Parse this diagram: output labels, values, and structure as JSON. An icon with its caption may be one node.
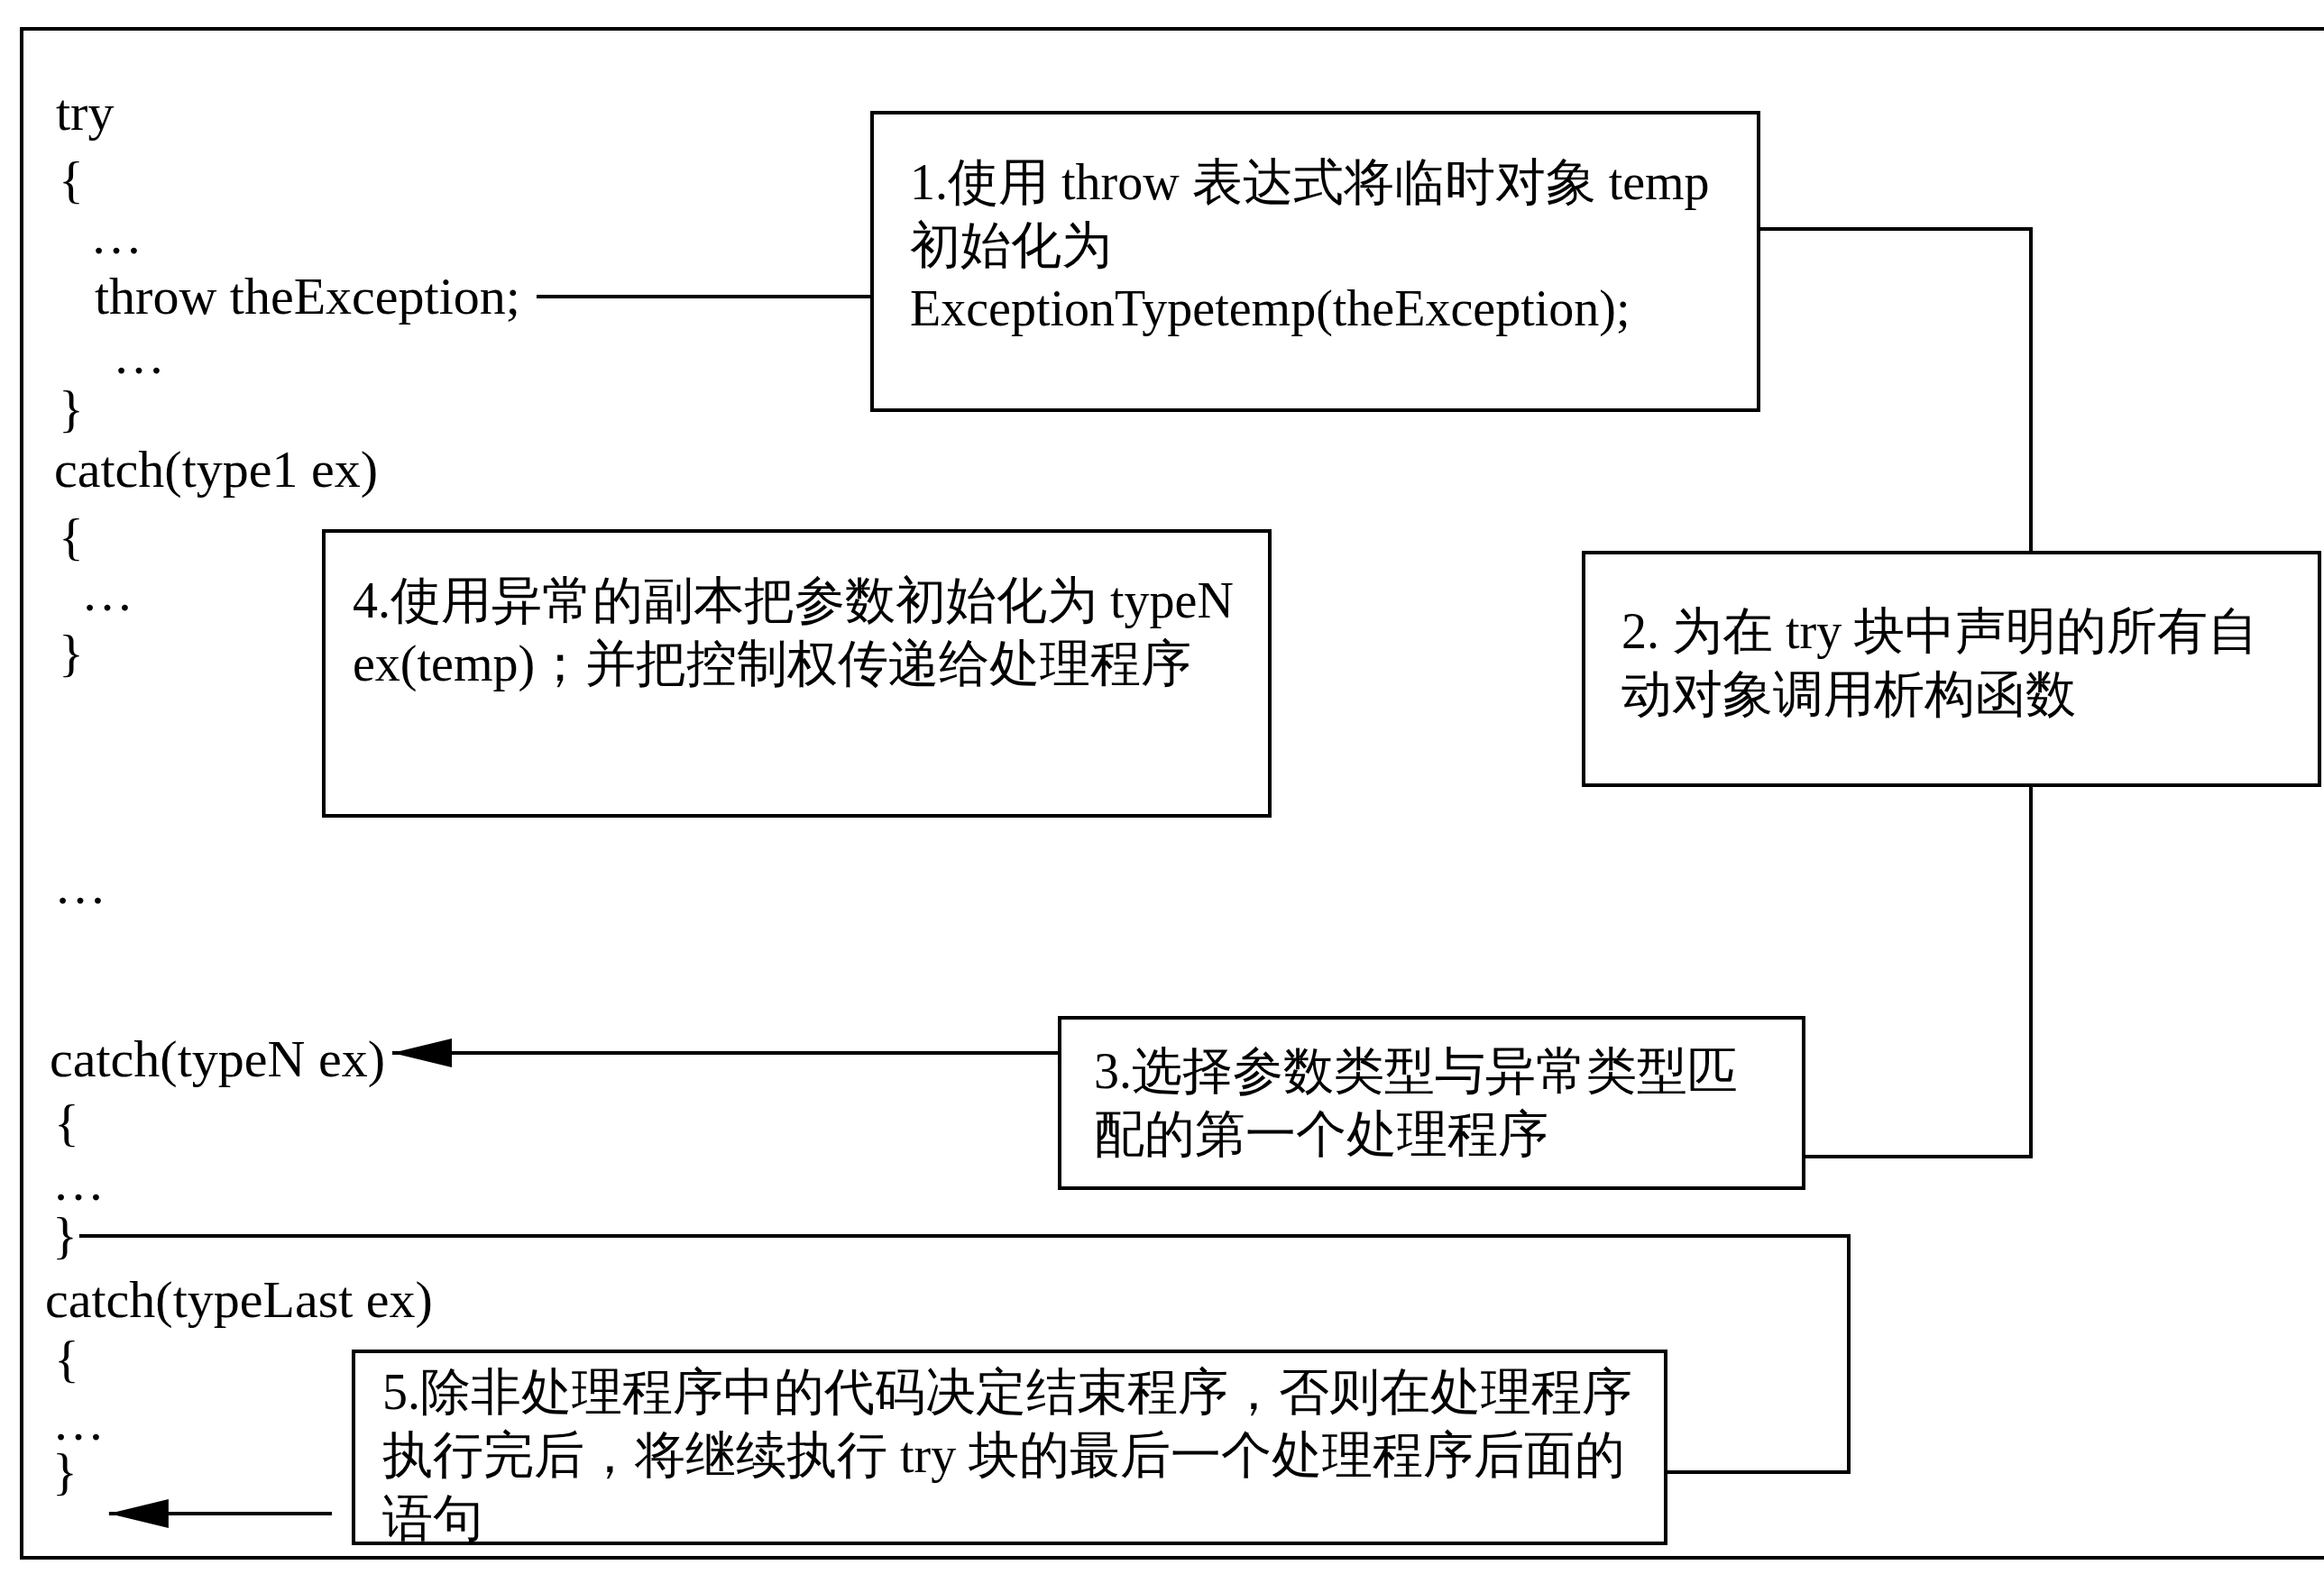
{
  "diagram": {
    "nodes": [
      {
        "text": [
          "throw theException;"
        ]
      },
      {
        "text": [
          "1.使用 throw 表达式将临时对象 temp 初始化为 ExceptionTypetemp(theException);"
        ]
      },
      {
        "text": [
          "2. 为在 try 块中声明的所有自动对象调用析构函数"
        ]
      },
      {
        "text": [
          "3.选择参数类型与异常类型匹配的第一个处理程序"
        ]
      },
      {
        "text": [
          "catch(typeN ex)"
        ]
      },
      {
        "text": [
          "4.使用异常的副本把参数初始化为 typeN ex(temp)；并把控制权传递给处理程序"
        ]
      },
      {
        "text": [
          "}"
        ]
      },
      {
        "text": [
          "5.除非处理程序中的代码决定结束程序，否则在处理程序执行完后，将继续执行 try 块的最后一个处理程序后面的语句"
        ]
      },
      {
        "text": [
          "}"
        ]
      }
    ],
    "edges": [
      {
        "from": 0,
        "to": 1,
        "arrow": "none"
      },
      {
        "from": 1,
        "to": 2,
        "arrow": "none"
      },
      {
        "from": 2,
        "to": 3,
        "arrow": "none"
      },
      {
        "from": 3,
        "to": 4,
        "arrow": "to"
      },
      {
        "from": 6,
        "to": 7,
        "arrow": "none"
      },
      {
        "from": 7,
        "to": 8,
        "arrow": "to"
      }
    ],
    "labels": [
      "try",
      "{",
      "…",
      "…",
      "}",
      "catch(type1 ex)",
      "{",
      "…",
      "}",
      "…",
      "{",
      "…",
      "catch(typeLast ex)",
      "{",
      "…"
    ]
  }
}
